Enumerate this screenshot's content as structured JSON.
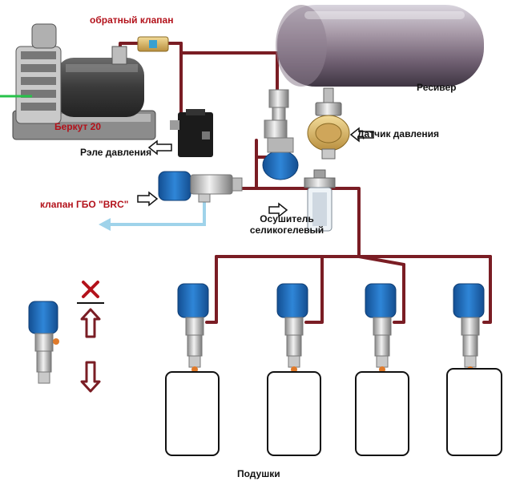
{
  "labels": {
    "check_valve": "обратный клапан",
    "receiver": "Ресивер",
    "pressure_sensor": "Датчик давления",
    "pressure_relay": "Рэле давления",
    "lpg_valve": "клапан ГБО \"BRC\"",
    "dryer_line1": "Осушитель",
    "dryer_line2": "селикогелевый",
    "compressor": "Беркут 20",
    "cushions": "Подушки"
  },
  "colors": {
    "pipe": "#7a1d24",
    "exhaust": "#9fd3ea",
    "label_red": "#b3121b",
    "solenoid": "#1f6fc0",
    "cushion_border": "#111111"
  },
  "legend": {
    "symbols": [
      "cross-icon",
      "arrow-up-icon",
      "arrow-down-icon"
    ]
  }
}
